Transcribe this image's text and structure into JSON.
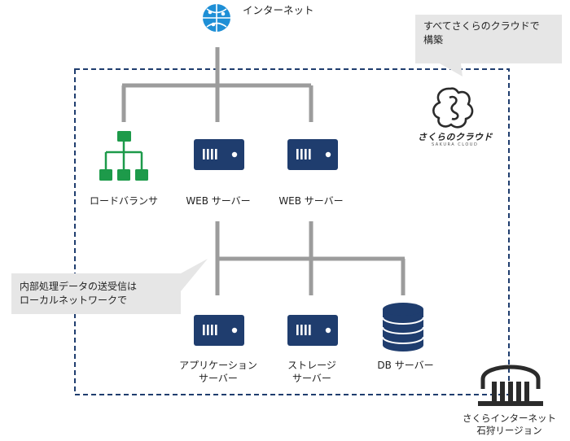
{
  "internet": {
    "label": "インターネット"
  },
  "callout_cloud": {
    "lines": [
      "すべてさくらのクラウドで",
      "構築"
    ]
  },
  "callout_local": {
    "lines": [
      "内部処理データの送受信は",
      "ローカルネットワークで"
    ]
  },
  "brand": {
    "logo_text": "さくらのクラウド",
    "logo_subtext": "SAKURA CLOUD",
    "icon": "sakura-cloud-logo-icon"
  },
  "nodes": {
    "load_balancer": {
      "label": "ロードバランサ",
      "icon": "load-balancer-icon"
    },
    "web1": {
      "label": "WEB サーバー",
      "icon": "server-icon"
    },
    "web2": {
      "label": "WEB サーバー",
      "icon": "server-icon"
    },
    "app": {
      "label_lines": [
        "アプリケーション",
        "サーバー"
      ],
      "icon": "server-icon"
    },
    "storage": {
      "label_lines": [
        "ストレージ",
        "サーバー"
      ],
      "icon": "server-icon"
    },
    "db": {
      "label": "DB サーバー",
      "icon": "database-icon"
    }
  },
  "region": {
    "label_lines": [
      "さくらインターネット",
      "石狩リージョン"
    ],
    "icon": "datacenter-icon"
  },
  "colors": {
    "server": "#1f3d6e",
    "lb": "#1d9a4a",
    "line": "#9c9c9c",
    "border": "#1f3d6e",
    "callout": "#e6e6e6",
    "globe": "#1e8fd6"
  }
}
